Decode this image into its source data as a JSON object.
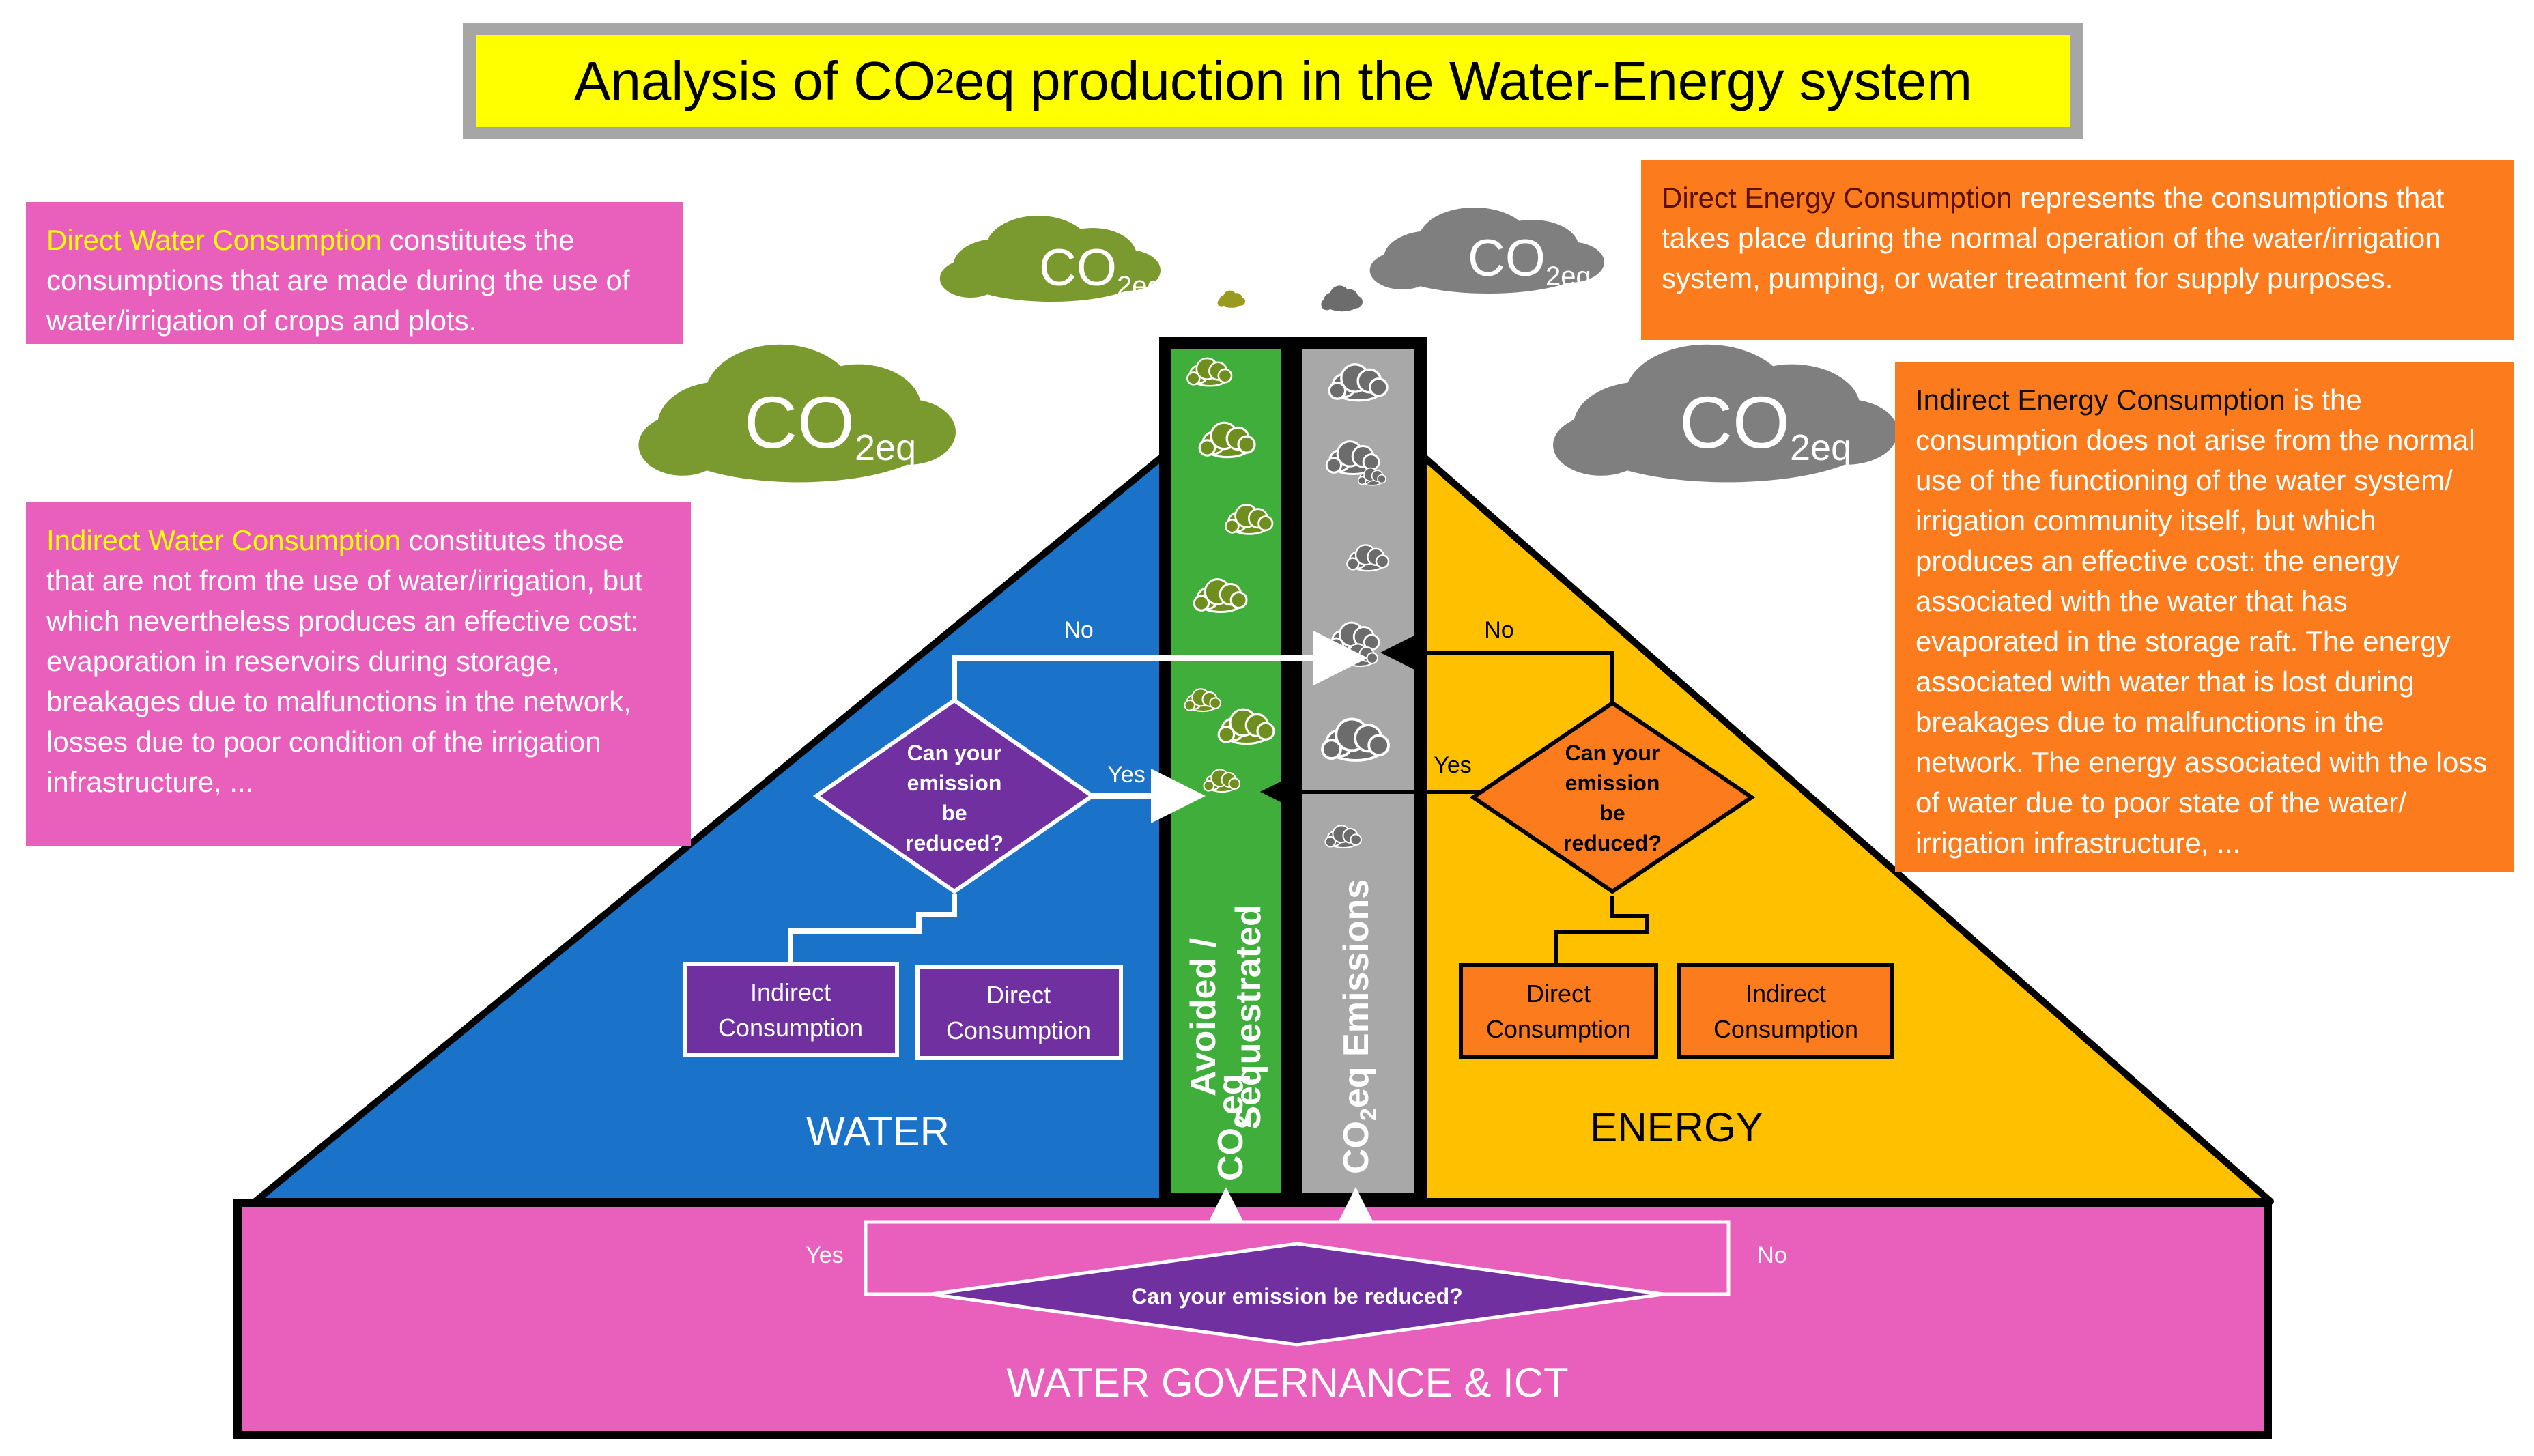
{
  "title": {
    "prefix": "Analysis of CO",
    "sub": "2",
    "suffix": "eq production in the Water-Energy system"
  },
  "info_boxes": {
    "direct_water": {
      "highlight": "Direct  Water Consumption",
      "text": " constitutes the consumptions that are made during the use of water/irrigation of crops and plots."
    },
    "indirect_water": {
      "highlight": "Indirect Water Consumption",
      "text": " constitutes those that are not from the use of water/irrigation, but which nevertheless produces an effective cost: evaporation in reservoirs during storage, breakages due to malfunctions in the network, losses due to poor condition of the irrigation infrastructure, ..."
    },
    "direct_energy": {
      "highlight": "Direct Energy Consumption",
      "text": " represents the consumptions that takes place during the normal operation of the water/irrigation system, pumping, or water treatment for supply purposes."
    },
    "indirect_energy": {
      "highlight": "Indirect Energy Consumption",
      "text": " is the consumption does not arise from the normal use of the functioning of the water system/ irrigation community itself, but which produces an effective cost: the energy associated with the water that has evaporated in the storage raft. The energy associated with water that is lost during breakages due to malfunctions in the network. The energy associated with the loss of water due to poor state of the water/ irrigation infrastructure, ..."
    }
  },
  "clouds": {
    "label_main": "CO",
    "label_sub": "2eq"
  },
  "columns": {
    "avoided_line1": "Avoided /",
    "avoided_line2": "Sequestrated",
    "avoided_co2_prefix": "CO",
    "avoided_co2_sub": "2",
    "avoided_co2_suffix": "eq",
    "emissions_prefix": "CO",
    "emissions_sub": "2",
    "emissions_suffix": "eq Emissions"
  },
  "water": {
    "label": "WATER",
    "question_lines": [
      "Can your",
      "emission",
      "be",
      "reduced?"
    ],
    "no_label": "No",
    "yes_label": "Yes",
    "indirect_lines": [
      "Indirect",
      "Consumption"
    ],
    "direct_lines": [
      "Direct",
      "Consumption"
    ]
  },
  "energy": {
    "label": "ENERGY",
    "question_lines": [
      "Can your",
      "emission",
      "be",
      "reduced?"
    ],
    "no_label": "No",
    "yes_label": "Yes",
    "direct_lines": [
      "Direct",
      "Consumption"
    ],
    "indirect_lines": [
      "Indirect",
      "Consumption"
    ]
  },
  "governance": {
    "label": "WATER GOVERNANCE & ICT",
    "question": "Can your emission be reduced?",
    "yes_label": "Yes",
    "no_label": "No"
  },
  "colors": {
    "water": "#1a73c8",
    "energy": "#ffc000",
    "pink": "#e95fbc",
    "orange": "#fc7b1c",
    "green_column": "#3fae3a",
    "grey_column": "#a8a8a8",
    "purple": "#7030a0",
    "title_bg": "#ffff00"
  }
}
